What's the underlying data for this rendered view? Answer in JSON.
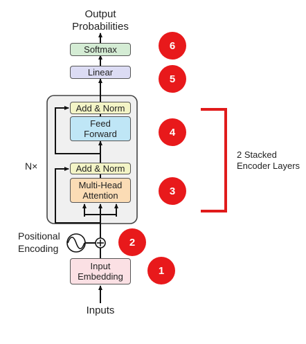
{
  "diagram": {
    "top_label": "Output\nProbabilities",
    "bottom_label": "Inputs",
    "positional_encoding_label": "Positional\nEncoding",
    "repeat_label": "N×",
    "side_annotation": "2 Stacked\nEncoder Layers",
    "blocks": {
      "softmax": "Softmax",
      "linear": "Linear",
      "add_norm_top": "Add & Norm",
      "feed_forward": "Feed\nForward",
      "add_norm_bottom": "Add & Norm",
      "multi_head_attention": "Multi-Head\nAttention",
      "input_embedding": "Input\nEmbedding"
    },
    "badges": [
      "1",
      "2",
      "3",
      "4",
      "5",
      "6"
    ],
    "colors": {
      "softmax": "#d4ecd4",
      "linear": "#dcdcf4",
      "add_norm": "#f3f4c6",
      "feed_forward": "#bfe6f6",
      "attention": "#fbdcb5",
      "embedding": "#fbe0e4",
      "encoder_box": "#f0f0f0",
      "badge": "#e8191b",
      "bracket": "#e01b1b"
    }
  }
}
